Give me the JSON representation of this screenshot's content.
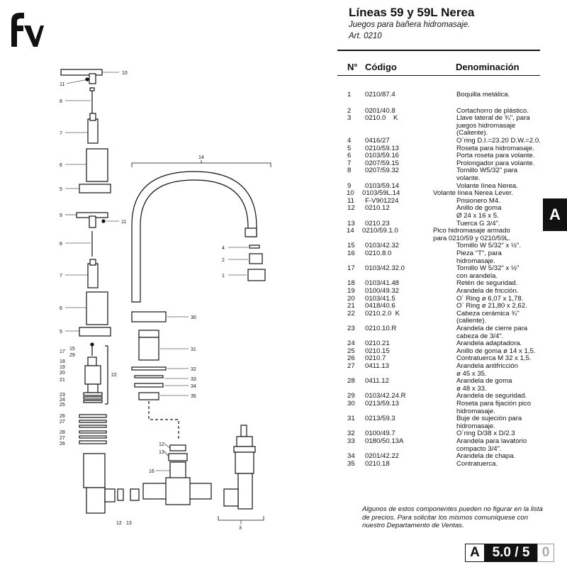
{
  "header": {
    "title": "Líneas 59 y 59L Nerea",
    "subtitle": "Juegos para bañera hidromasaje.",
    "article": "Art. 0210"
  },
  "table": {
    "headers": [
      "N°",
      "Código",
      "Denominación"
    ],
    "rows": [
      {
        "no": "1",
        "code": "0210/87.4",
        "desc": [
          "Boquilla metálica."
        ]
      },
      {
        "no": "2",
        "code": "0201/40.8",
        "desc": [
          "Cortachorro de plástico."
        ]
      },
      {
        "no": "3",
        "code": "0210.0    K",
        "desc": [
          "Llave lateral de ¾\", para",
          "juegos hidromasaje",
          "(Caliente)."
        ]
      },
      {
        "no": "4",
        "code": "0416/27",
        "desc": [
          "O´ring D.I.=23.20 D.W.=2.0."
        ]
      },
      {
        "no": "5",
        "code": "0210/59.13",
        "desc": [
          "Roseta para hidromasaje."
        ]
      },
      {
        "no": "6",
        "code": "0103/59.16",
        "desc": [
          "Porta roseta para volante."
        ]
      },
      {
        "no": "7",
        "code": "0207/59.15",
        "desc": [
          "Prolongador para volante."
        ]
      },
      {
        "no": "8",
        "code": "0207/59.32",
        "desc": [
          "Tornillo W5/32\" para",
          "volante."
        ]
      },
      {
        "no": "9",
        "code": "0103/59.14",
        "desc": [
          "Volante línea Nerea."
        ]
      },
      {
        "no": "10",
        "code": "0103/59L.14",
        "desc": [
          "Volante línea Nerea Lever."
        ],
        "overhang": true
      },
      {
        "no": "11",
        "code": "F-V901224",
        "desc": [
          "Prisionero M4."
        ]
      },
      {
        "no": "12",
        "code": "0210.12",
        "desc": [
          "Anillo de goma",
          "Ø 24 x 16 x 5."
        ]
      },
      {
        "no": "13",
        "code": "0210.23",
        "desc": [
          "Tuerca G 3/4\"."
        ]
      },
      {
        "no": "14",
        "code": "0210/59.1.0",
        "desc": [
          "Pico hidromasaje armado",
          "para 0210/59 y 0210/59L."
        ],
        "overhang": true
      },
      {
        "no": "15",
        "code": "0103/42.32",
        "desc": [
          "Tornillo W 5/32\" x ½\"."
        ]
      },
      {
        "no": "16",
        "code": "0210.8.0",
        "desc": [
          "Pieza \"T\", para",
          "hidromasaje."
        ]
      },
      {
        "no": "17",
        "code": "0103/42.32.0",
        "desc": [
          "Tornillo W 5/32\" x ½\"",
          "con arandela."
        ]
      },
      {
        "no": "18",
        "code": "0103/41.48",
        "desc": [
          "Retén de seguridad."
        ]
      },
      {
        "no": "19",
        "code": "0100/49.32",
        "desc": [
          "Arandela de fricción."
        ]
      },
      {
        "no": "20",
        "code": "0103/41.5",
        "desc": [
          "O´ Ring ø 6,07 x 1,78."
        ]
      },
      {
        "no": "21",
        "code": "0418/40.6",
        "desc": [
          "O´ Ring ø 21,80 x 2,62."
        ]
      },
      {
        "no": "22",
        "code": "0210.2.0  K",
        "desc": [
          "Cabeza cerámica ¾\"",
          "(caliente)."
        ]
      },
      {
        "no": "23",
        "code": "0210.10.R",
        "desc": [
          "Arandela de cierre para",
          "cabeza de 3/4\"."
        ]
      },
      {
        "no": "24",
        "code": "0210.21",
        "desc": [
          "Arandela adaptadora."
        ]
      },
      {
        "no": "25",
        "code": "0210.15",
        "desc": [
          "Anillo de goma ø 14 x 1,5."
        ]
      },
      {
        "no": "26",
        "code": "0210.7",
        "desc": [
          "Contratuerca M 32 x 1,5."
        ]
      },
      {
        "no": "27",
        "code": "0411.13",
        "desc": [
          "Arandela antifricción",
          "ø 45 x 35."
        ]
      },
      {
        "no": "28",
        "code": "0411.12",
        "desc": [
          "Arandela de goma",
          "ø 48 x 33."
        ]
      },
      {
        "no": "29",
        "code": "0103/42.24.R",
        "desc": [
          "Arandela de seguridad."
        ]
      },
      {
        "no": "30",
        "code": "0213/59.13",
        "desc": [
          "Roseta para fijación pico",
          "hidromasaje."
        ]
      },
      {
        "no": "31",
        "code": "0213/59.3",
        "desc": [
          "Buje de sujeción para",
          "hidromasaje."
        ]
      },
      {
        "no": "32",
        "code": "0100/49.7",
        "desc": [
          "O´ring D/38 x D/2.3"
        ]
      },
      {
        "no": "33",
        "code": "0180/50.13A",
        "desc": [
          "Arandela para lavatorio",
          "compacto 3/4\"."
        ]
      },
      {
        "no": "34",
        "code": "0201/42.22",
        "desc": [
          "Arandela de chapa."
        ]
      },
      {
        "no": "35",
        "code": "0210.18",
        "desc": [
          "Contratuerca."
        ]
      }
    ]
  },
  "section_tab": "A",
  "note": "Algunos de estos componentes pueden no figurar en la lista de precios. Para solicitar los mismos comuníquese con nuestro Departamento de Ventas.",
  "page": {
    "letter": "A",
    "number": "5.0 / 5",
    "suffix": "0"
  },
  "diagram": {
    "labels": [
      "10",
      "11",
      "8",
      "7",
      "6",
      "5",
      "9",
      "11",
      "8",
      "7",
      "6",
      "5",
      "17",
      "15",
      "29",
      "18",
      "19",
      "20",
      "21",
      "22",
      "23",
      "24",
      "25",
      "26",
      "27",
      "28",
      "27",
      "26",
      "12",
      "13",
      "14",
      "4",
      "2",
      "1",
      "30",
      "31",
      "32",
      "33",
      "34",
      "35",
      "12",
      "13",
      "16",
      "3"
    ]
  },
  "logo_text": "fv"
}
